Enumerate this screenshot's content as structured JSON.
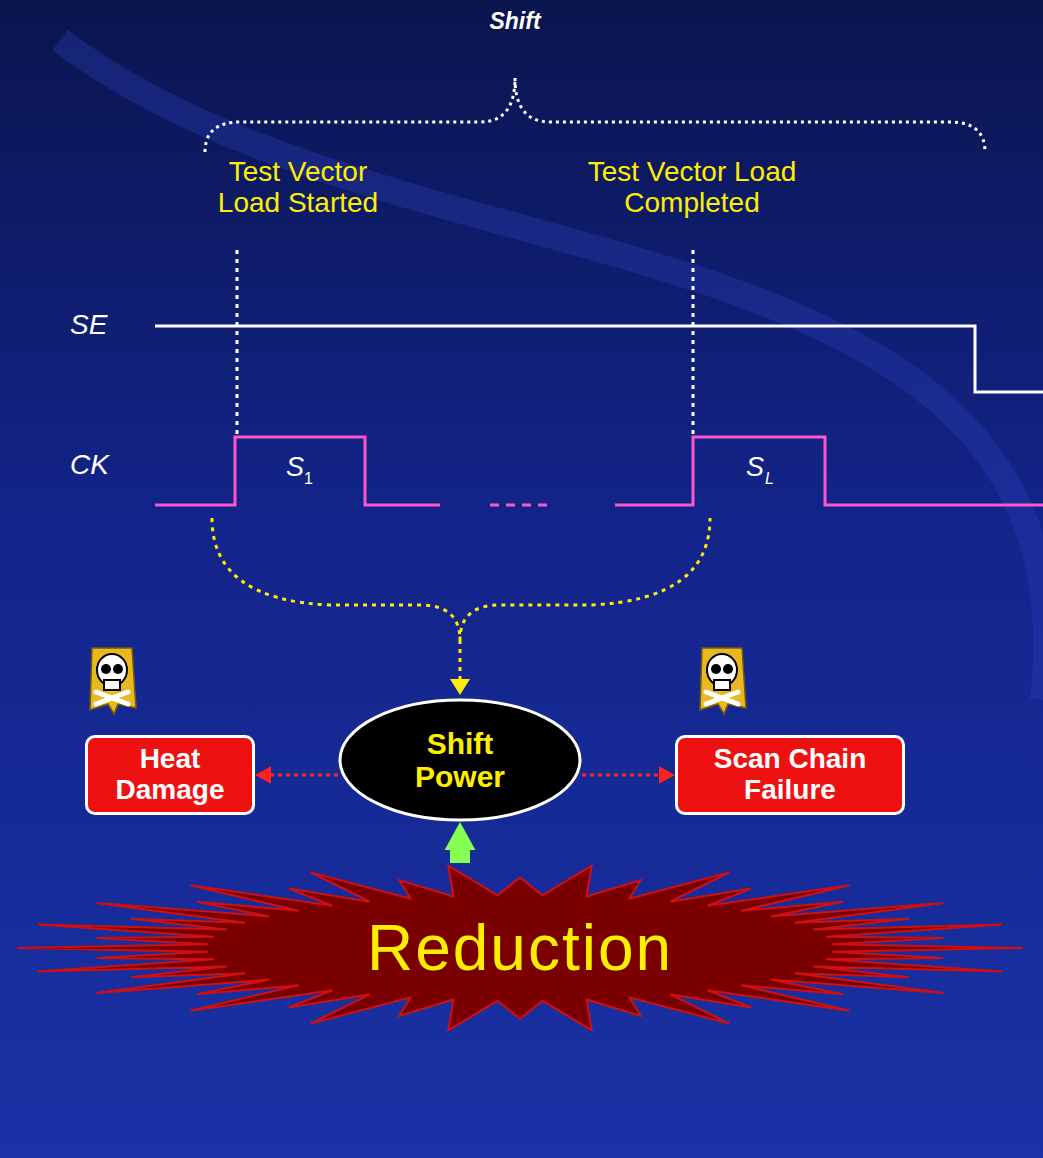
{
  "diagram": {
    "nodes": [
      {
        "text": [
          "Heat Damage"
        ]
      },
      {
        "text": [
          "Shift Power"
        ]
      },
      {
        "text": [
          "Scan Chain Failure"
        ]
      },
      {
        "text": [
          "Reduction"
        ]
      }
    ],
    "edges": [
      {
        "from": 1,
        "to": 0,
        "arrow": "to"
      },
      {
        "from": 1,
        "to": 2,
        "arrow": "to"
      },
      {
        "from": 3,
        "to": 1,
        "arrow": "to"
      }
    ],
    "labels": [
      "Shift",
      "Test Vector Load Started",
      "Test Vector Load Completed",
      "SE",
      "CK",
      "S",
      "1",
      "S",
      "L"
    ]
  }
}
